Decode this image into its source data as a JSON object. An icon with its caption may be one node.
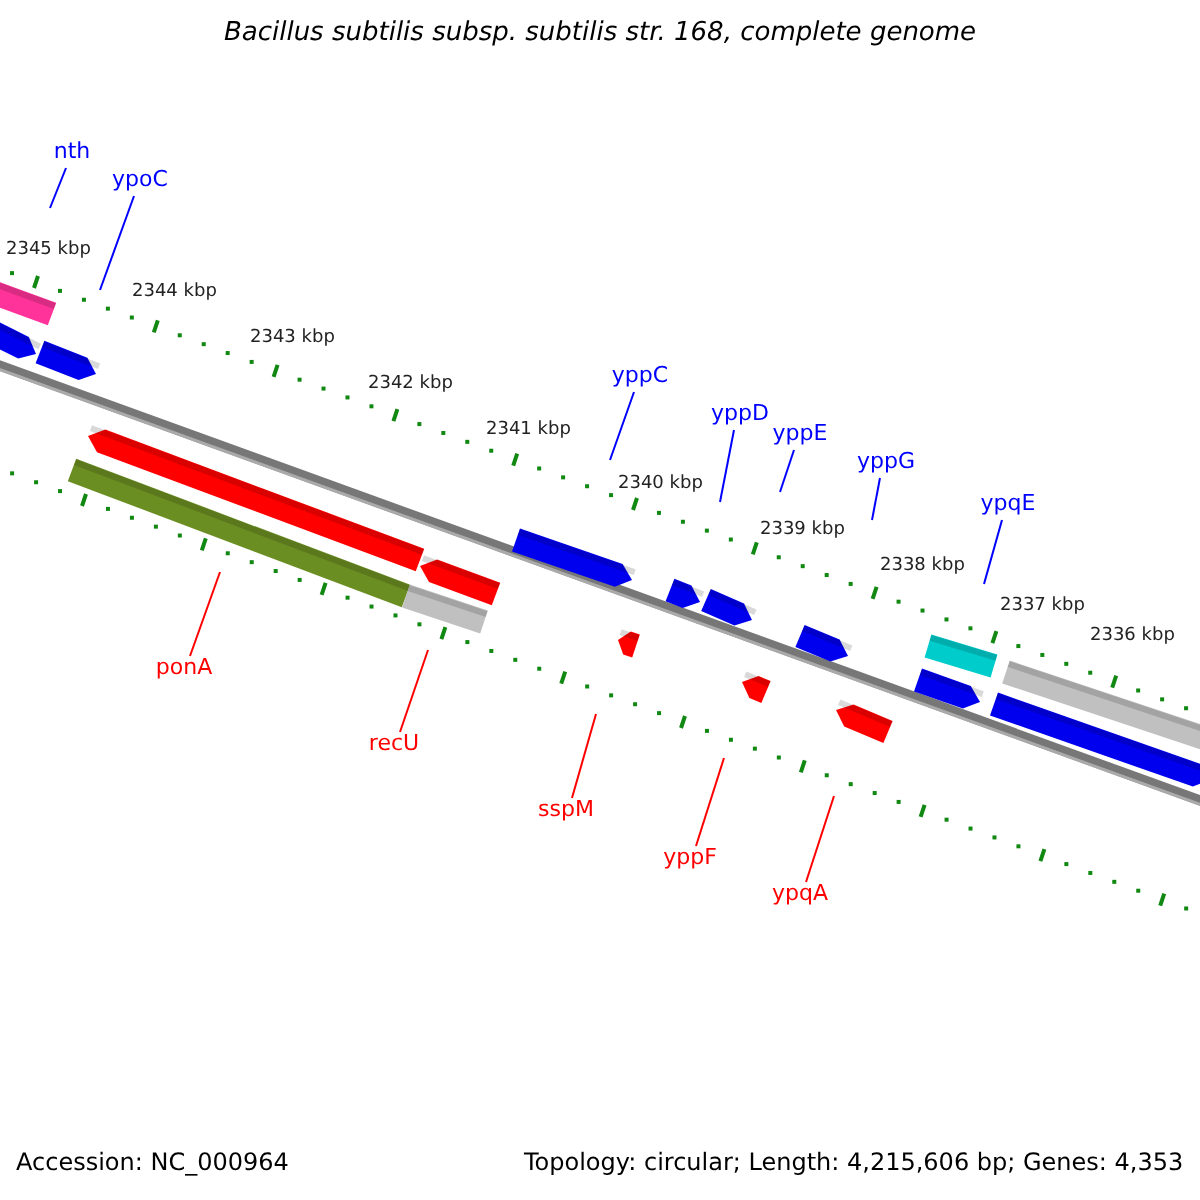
{
  "diagram": {
    "title": "Bacillus subtilis subsp. subtilis str. 168, complete genome",
    "nodes": [
      {
        "text": [
          "nth"
        ]
      },
      {
        "text": [
          "ypoC"
        ]
      },
      {
        "text": [
          "yppC"
        ]
      },
      {
        "text": [
          "yppD"
        ]
      },
      {
        "text": [
          "yppE"
        ]
      },
      {
        "text": [
          "yppG"
        ]
      },
      {
        "text": [
          "ypqE"
        ]
      },
      {
        "text": [
          "ponA"
        ]
      },
      {
        "text": [
          "recU"
        ]
      },
      {
        "text": [
          "sspM"
        ]
      },
      {
        "text": [
          "yppF"
        ]
      },
      {
        "text": [
          "ypqA"
        ]
      }
    ],
    "edges": [
      {
        "from": 0,
        "to": null,
        "arrow": "none"
      },
      {
        "from": 1,
        "to": null,
        "arrow": "none"
      },
      {
        "from": 2,
        "to": null,
        "arrow": "none"
      },
      {
        "from": 3,
        "to": null,
        "arrow": "none"
      },
      {
        "from": 4,
        "to": null,
        "arrow": "none"
      },
      {
        "from": 5,
        "to": null,
        "arrow": "none"
      },
      {
        "from": 6,
        "to": null,
        "arrow": "none"
      },
      {
        "from": 7,
        "to": null,
        "arrow": "none",
        "color": "#ff0000"
      },
      {
        "from": 8,
        "to": null,
        "arrow": "none",
        "color": "#ff0000"
      },
      {
        "from": 9,
        "to": null,
        "arrow": "none",
        "color": "#ff0000"
      },
      {
        "from": 10,
        "to": null,
        "arrow": "none",
        "color": "#ff0000"
      },
      {
        "from": 11,
        "to": null,
        "arrow": "none",
        "color": "#ff0000"
      }
    ],
    "labels": [
      "2345 kbp",
      "2344 kbp",
      "2343 kbp",
      "2342 kbp",
      "2341 kbp",
      "2340 kbp",
      "2339 kbp",
      "2338 kbp",
      "2337 kbp",
      "2336 kbp",
      "Accession: NC_000964",
      "Topology: circular; Length: 4,215,606 bp; Genes: 4,353"
    ]
  }
}
